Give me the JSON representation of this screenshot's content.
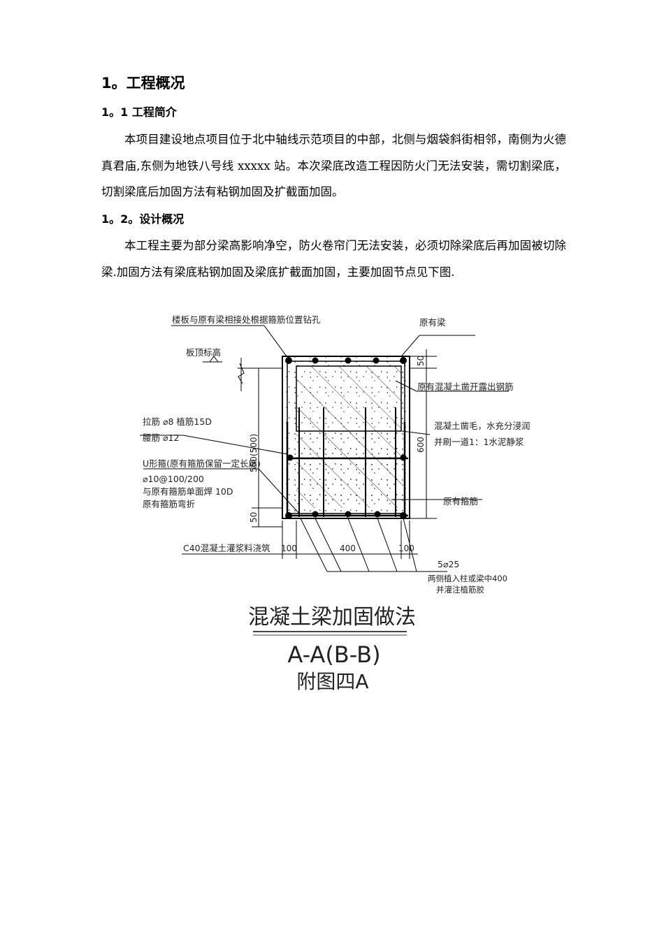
{
  "section1": {
    "heading": "1。工程概况"
  },
  "section1_1": {
    "heading": "1。1 工程简介",
    "paragraph": "本项目建设地点项目位于北中轴线示范项目的中部，北侧与烟袋斜街相邻，南侧为火德真君庙,东侧为地铁八号线 xxxxx 站。本次梁底改造工程因防火门无法安装，需切割梁底，切割梁底后加固方法有粘钢加固及扩截面加固。"
  },
  "section1_2": {
    "heading": "1。2。设计概况",
    "paragraph": "本工程主要为部分梁高影响净空，防火卷帘门无法安装，必须切除梁底后再加固被切除梁.加固方法有梁底粘钢加固及梁底扩截面加固，主要加固节点见下图."
  },
  "drawing": {
    "labels": {
      "drill_note": "楼板与原有梁相接处根据箍筋位置钻孔",
      "existing_beam": "原有梁",
      "slab_top": "板顶标高",
      "exposed_rebar": "原有混凝土凿开露出钢筋",
      "tie_bar": "拉筋 ⌀8 植筋15D",
      "waist_bar": "腰筋 ⌀12",
      "roughen_1": "混凝土凿毛，水充分浸润",
      "roughen_2": "并刷一道1：1水泥静浆",
      "u_stirrup_1": "U形箍(原有箍筋保留一定长度)",
      "u_stirrup_2": "⌀10@100/200",
      "u_stirrup_3": "与原有箍筋单面焊 10D",
      "u_stirrup_4": "原有箍筋弯折",
      "existing_stirrup": "原有箍筋",
      "grout": "C40混凝土灌浆料浇筑",
      "bottom_bars": "5⌀25",
      "anchor_1": "两侧植入柱或梁中400",
      "anchor_2": "并灌注植筋胶"
    },
    "dimensions": {
      "top_50": "50",
      "height_600": "600",
      "height_550": "550(500)",
      "bottom_50": "50",
      "width_left": "100",
      "width_mid": "400",
      "width_right": "100"
    },
    "title": "混凝土梁加固做法",
    "subtitle": "A-A(B-B)",
    "figure_no": "附图四A"
  }
}
